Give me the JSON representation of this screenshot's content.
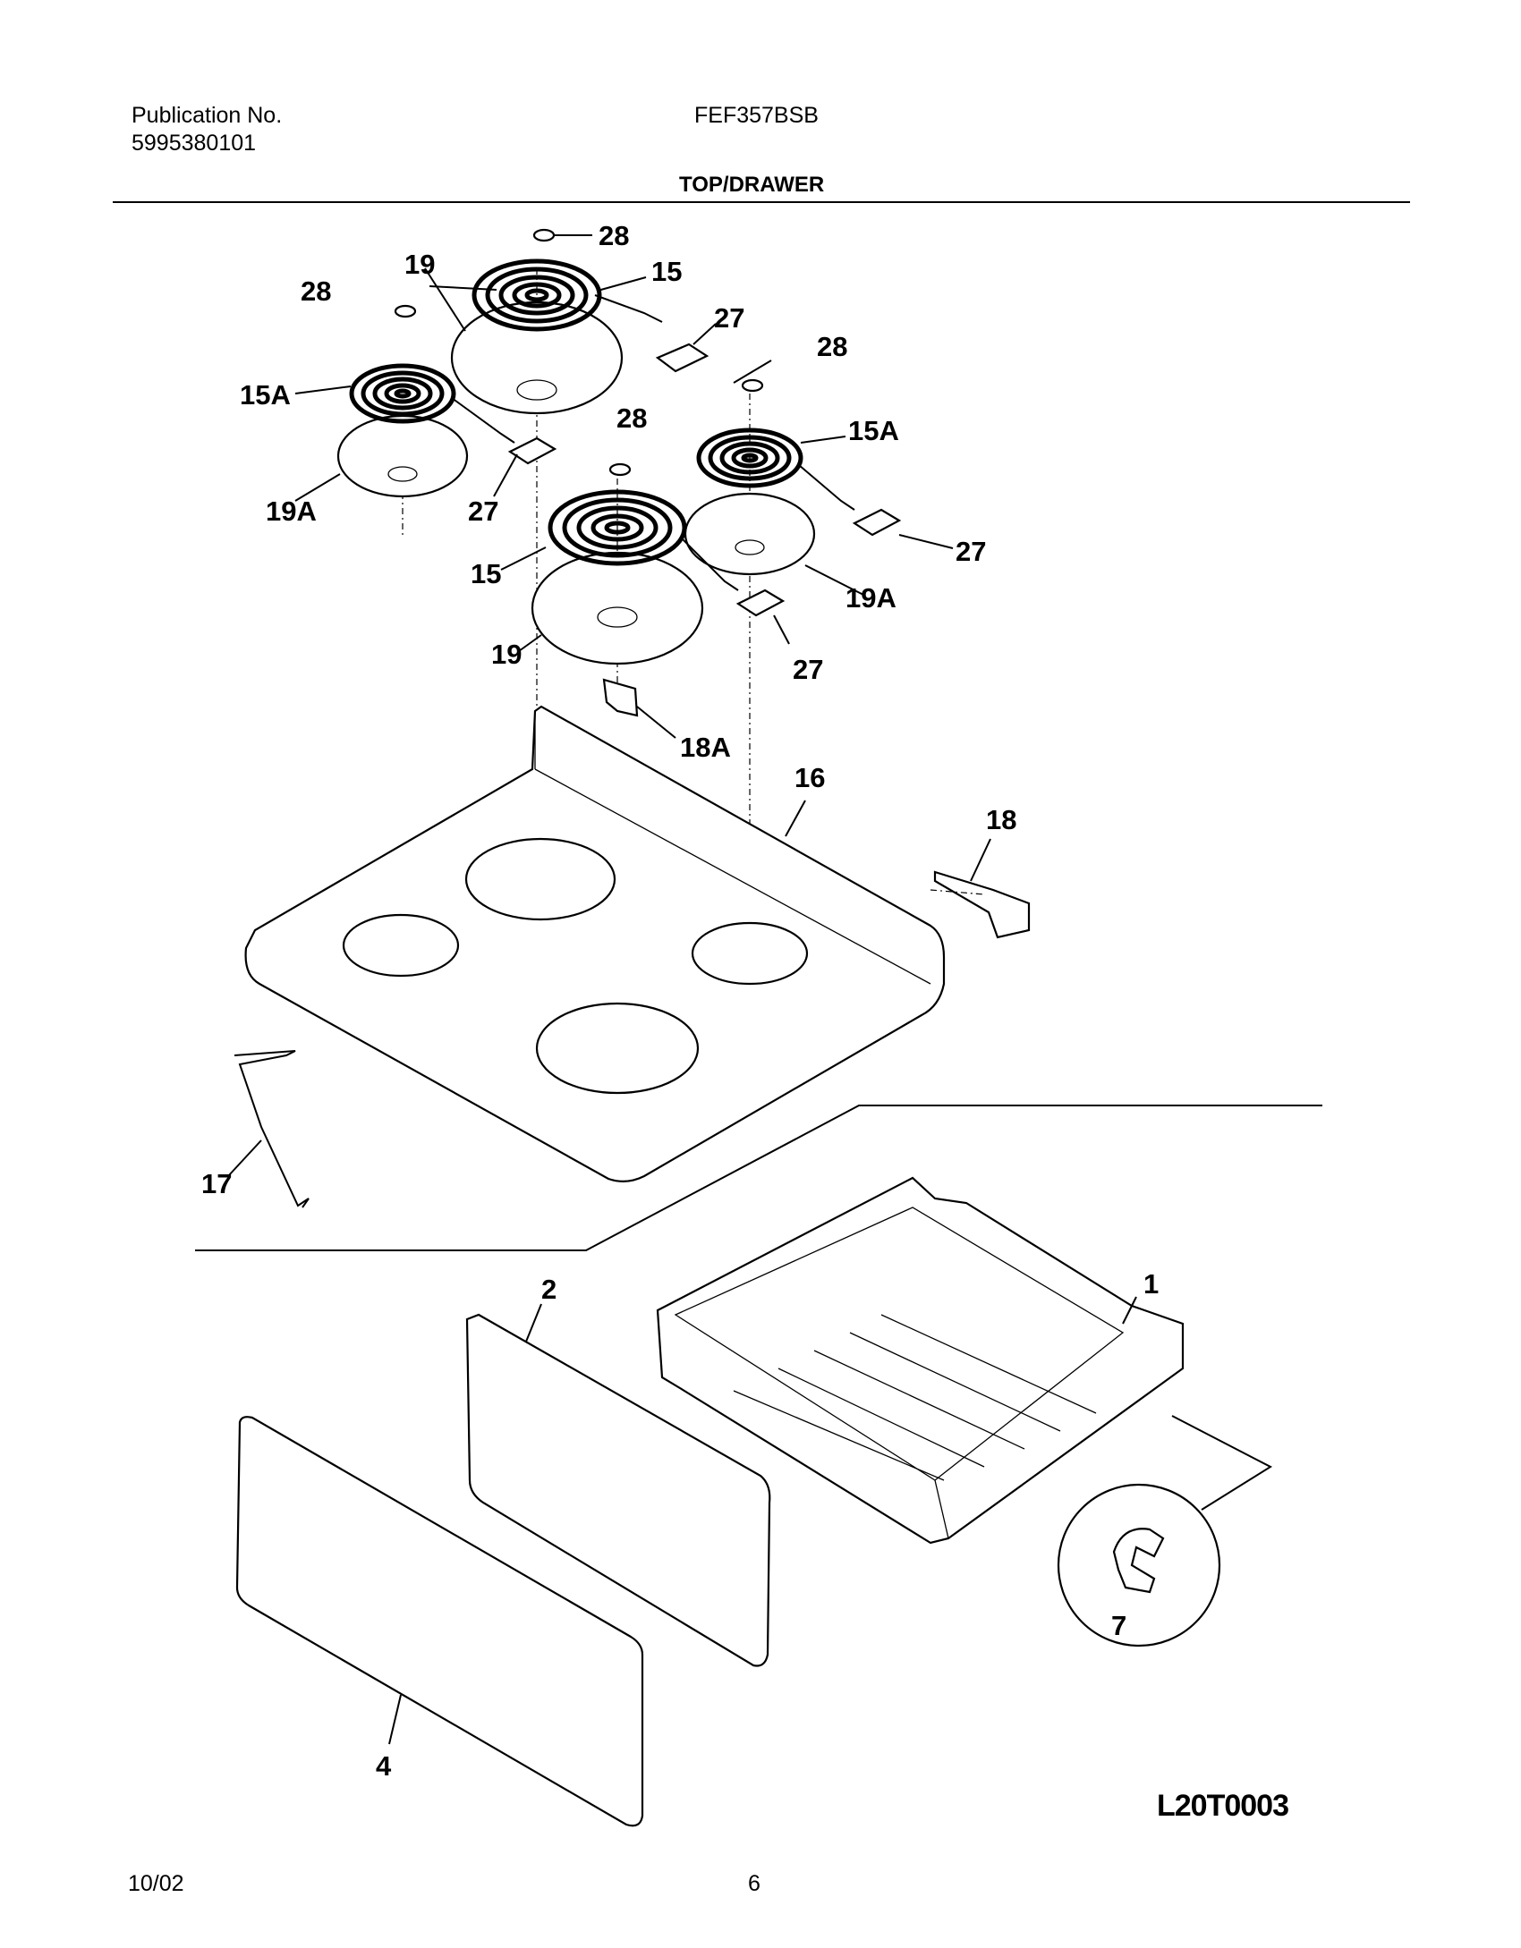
{
  "header": {
    "publication_label": "Publication No.",
    "publication_number": "5995380101",
    "model": "FEF357BSB",
    "section_title": "TOP/DRAWER"
  },
  "footer": {
    "date": "10/02",
    "page_number": "6",
    "diagram_code": "L20T0003"
  },
  "callouts": {
    "c28a": "28",
    "c28b": "28",
    "c28c": "28",
    "c28d": "28",
    "c19a": "19",
    "c19b": "19",
    "c15a": "15",
    "c15b": "15",
    "c15Aa": "15A",
    "c15Ab": "15A",
    "c27a": "27",
    "c27b": "27",
    "c27c": "27",
    "c27d": "27",
    "c19Aa": "19A",
    "c19Ab": "19A",
    "c18A": "18A",
    "c16": "16",
    "c18": "18",
    "c17": "17",
    "c1": "1",
    "c2": "2",
    "c4": "4",
    "c7": "7"
  }
}
